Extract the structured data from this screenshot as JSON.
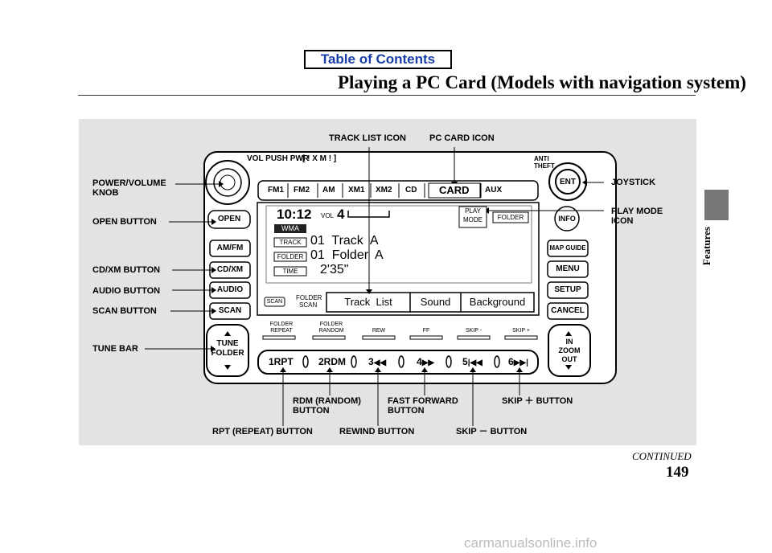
{
  "header": {
    "toc_label": "Table of Contents",
    "title": "Playing a PC Card (Models with navigation system)"
  },
  "side": {
    "section_label": "Features"
  },
  "footer": {
    "continued": "CONTINUED",
    "page_number": "149",
    "watermark": "carmanualsonline.info"
  },
  "callouts": {
    "track_list_icon": "TRACK LIST ICON",
    "pc_card_icon": "PC CARD ICON",
    "power_volume_knob": "POWER/VOLUME\nKNOB",
    "open_button": "OPEN BUTTON",
    "cd_xm_button": "CD/XM BUTTON",
    "audio_button": "AUDIO BUTTON",
    "scan_button": "SCAN BUTTON",
    "tune_bar": "TUNE BAR",
    "joystick": "JOYSTICK",
    "play_mode_icon": "PLAY MODE\nICON",
    "rdm_button": "RDM (RANDOM)\nBUTTON",
    "fast_forward_button": "FAST FORWARD\nBUTTON",
    "skip_plus_button": "SKIP ＋ BUTTON",
    "rpt_button": "RPT (REPEAT) BUTTON",
    "rewind_button": "REWIND BUTTON",
    "skip_minus_button": "SKIP － BUTTON"
  },
  "unit": {
    "vol_pwr": "VOL PUSH PWR",
    "xm_logo": "[ ! X M ! ]",
    "anti_theft": "ANTI THEFT",
    "band_buttons": [
      "FM1",
      "FM2",
      "AM",
      "XM1",
      "XM2",
      "CD",
      "CARD",
      "AUX"
    ],
    "left_buttons": [
      "OPEN",
      "AM/FM",
      "CD/XM",
      "AUDIO",
      "SCAN"
    ],
    "tune_folder": [
      "TUNE",
      "FOLDER"
    ],
    "right_buttons": [
      "ENT",
      "INFO",
      "MAP GUIDE",
      "MENU",
      "SETUP",
      "CANCEL"
    ],
    "zoom": [
      "IN",
      "ZOOM",
      "OUT"
    ],
    "display": {
      "clock": "10:12",
      "vol_label": "VOL",
      "vol_value": "4",
      "format": "WMA",
      "play_mode": [
        "PLAY",
        "MODE"
      ],
      "folder_tag": "FOLDER",
      "track_tag": "TRACK",
      "track_text": "01  Track  A",
      "folder_text": "01  Folder  A",
      "time_tag": "TIME",
      "time_text": "2'35\"",
      "scan_tag": "SCAN",
      "folder_scan": [
        "FOLDER",
        "SCAN"
      ],
      "soft_tabs": [
        "Track  List",
        "Sound",
        "Background"
      ]
    },
    "secondary_labels": [
      "FOLDER REPEAT",
      "FOLDER RANDOM",
      "REW",
      "FF",
      "SKIP -",
      "SKIP +"
    ],
    "preset_buttons": [
      "1RPT",
      "2RDM",
      "3",
      "4",
      "5",
      "6"
    ]
  }
}
